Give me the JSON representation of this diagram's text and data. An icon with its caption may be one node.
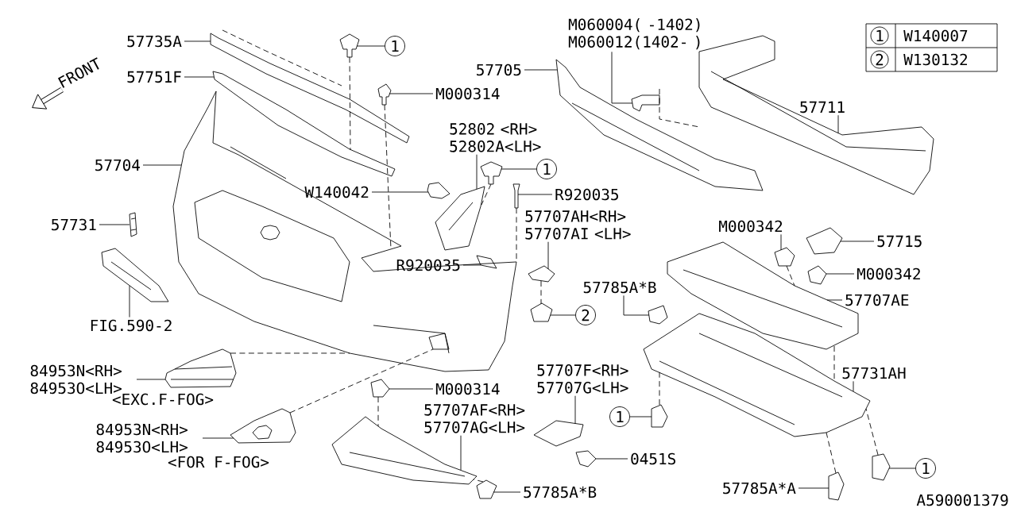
{
  "diagram": {
    "nodes": [
      {
        "text": [
          "57735A"
        ]
      },
      {
        "text": [],
        "shape": "picture"
      },
      {
        "text": [
          "57751F"
        ]
      },
      {
        "text": [],
        "shape": "picture"
      },
      {
        "text": [
          "57704"
        ]
      },
      {
        "text": [],
        "shape": "picture"
      },
      {
        "text": [
          "57731"
        ]
      },
      {
        "text": [],
        "shape": "picture"
      },
      {
        "text": [
          "FIG.590-2"
        ]
      },
      {
        "text": [],
        "shape": "picture"
      },
      {
        "text": [
          "84953N<RH> 84953O<LH>"
        ],
        "beside": [
          "<EXC.F-FOG>"
        ]
      },
      {
        "text": [],
        "shape": "picture"
      },
      {
        "text": [
          "84953N<RH> 84953O<LH>"
        ],
        "beside": [
          "<FOR F-FOG>"
        ]
      },
      {
        "text": [],
        "shape": "picture"
      },
      {
        "text": [
          "1"
        ]
      },
      {
        "text": [],
        "shape": "picture"
      },
      {
        "text": [
          "M000314"
        ]
      },
      {
        "text": [],
        "shape": "picture"
      },
      {
        "text": [
          "W140042"
        ]
      },
      {
        "text": [],
        "shape": "picture"
      },
      {
        "text": [
          "52802 <RH> 52802A<LH>"
        ]
      },
      {
        "text": [],
        "shape": "picture"
      },
      {
        "text": [
          "1"
        ]
      },
      {
        "text": [],
        "shape": "picture"
      },
      {
        "text": [
          "R920035"
        ]
      },
      {
        "text": [],
        "shape": "picture"
      },
      {
        "text": [
          "57707AH<RH> 57707AI <LH>"
        ]
      },
      {
        "text": [],
        "shape": "picture"
      },
      {
        "text": [
          "R920035"
        ]
      },
      {
        "text": [],
        "shape": "picture"
      },
      {
        "text": [
          "2"
        ]
      },
      {
        "text": [],
        "shape": "picture"
      },
      {
        "text": [
          "57705"
        ]
      },
      {
        "text": [],
        "shape": "picture"
      },
      {
        "text": [
          "M060004( -1402) M060012(1402- )"
        ]
      },
      {
        "text": [],
        "shape": "picture"
      },
      {
        "text": [
          "57711"
        ]
      },
      {
        "text": [],
        "shape": "picture"
      },
      {
        "text": [
          "M000342"
        ]
      },
      {
        "text": [],
        "shape": "picture"
      },
      {
        "text": [
          "57715"
        ]
      },
      {
        "text": [],
        "shape": "picture"
      },
      {
        "text": [
          "M000342"
        ]
      },
      {
        "text": [],
        "shape": "picture"
      },
      {
        "text": [
          "57707AE"
        ]
      },
      {
        "text": [],
        "shape": "picture"
      },
      {
        "text": [
          "57785A*B"
        ]
      },
      {
        "text": [],
        "shape": "picture"
      },
      {
        "text": [
          "57731AH"
        ]
      },
      {
        "text": [],
        "shape": "picture"
      },
      {
        "text": [
          "1"
        ]
      },
      {
        "text": [],
        "shape": "picture"
      },
      {
        "text": [
          "57707F<RH> 57707G<LH>"
        ]
      },
      {
        "text": [],
        "shape": "picture"
      },
      {
        "text": [
          "0451S"
        ]
      },
      {
        "text": [],
        "shape": "picture"
      },
      {
        "text": [
          "57707AF<RH> 57707AG<LH>"
        ]
      },
      {
        "text": [],
        "shape": "picture"
      },
      {
        "text": [
          "M000314"
        ]
      },
      {
        "text": [],
        "shape": "picture"
      },
      {
        "text": [
          "57785A*B"
        ]
      },
      {
        "text": [],
        "shape": "picture"
      },
      {
        "text": [
          "57785A*A"
        ]
      },
      {
        "text": [],
        "shape": "picture"
      },
      {
        "text": [
          "1"
        ]
      },
      {
        "text": [],
        "shape": "picture"
      }
    ],
    "edges": [
      {
        "from": 0,
        "to": 1,
        "arrow": "none"
      },
      {
        "from": 2,
        "to": 3,
        "arrow": "none"
      },
      {
        "from": 4,
        "to": 5,
        "arrow": "none"
      },
      {
        "from": 6,
        "to": 7,
        "arrow": "none"
      },
      {
        "from": 8,
        "to": 9,
        "arrow": "none"
      },
      {
        "from": 10,
        "to": 11,
        "arrow": "none"
      },
      {
        "from": 12,
        "to": 13,
        "arrow": "none"
      },
      {
        "from": 14,
        "to": 15,
        "arrow": "none"
      },
      {
        "from": 16,
        "to": 17,
        "arrow": "none"
      },
      {
        "from": 18,
        "to": 19,
        "arrow": "none"
      },
      {
        "from": 20,
        "to": 21,
        "arrow": "none"
      },
      {
        "from": 22,
        "to": 23,
        "arrow": "none"
      },
      {
        "from": 24,
        "to": 25,
        "arrow": "none"
      },
      {
        "from": 26,
        "to": 27,
        "arrow": "none"
      },
      {
        "from": 28,
        "to": 29,
        "arrow": "none"
      },
      {
        "from": 30,
        "to": 31,
        "arrow": "none"
      },
      {
        "from": 32,
        "to": 33,
        "arrow": "none"
      },
      {
        "from": 34,
        "to": 35,
        "arrow": "none"
      },
      {
        "from": 36,
        "to": 37,
        "arrow": "none"
      },
      {
        "from": 38,
        "to": 39,
        "arrow": "none"
      },
      {
        "from": 40,
        "to": 41,
        "arrow": "none"
      },
      {
        "from": 42,
        "to": 43,
        "arrow": "none"
      },
      {
        "from": 44,
        "to": 45,
        "arrow": "none"
      },
      {
        "from": 46,
        "to": 47,
        "arrow": "none"
      },
      {
        "from": 48,
        "to": 49,
        "arrow": "none"
      },
      {
        "from": 50,
        "to": 51,
        "arrow": "none"
      },
      {
        "from": 52,
        "to": 53,
        "arrow": "none"
      },
      {
        "from": 54,
        "to": 55,
        "arrow": "none"
      },
      {
        "from": 56,
        "to": 57,
        "arrow": "none"
      },
      {
        "from": 58,
        "to": 59,
        "arrow": "none"
      },
      {
        "from": 60,
        "to": 61,
        "arrow": "none"
      },
      {
        "from": 62,
        "to": 63,
        "arrow": "none"
      },
      {
        "from": 64,
        "to": 65,
        "arrow": "none"
      },
      {
        "from": 15,
        "to": 3,
        "arrow": "none",
        "style": "dashed"
      },
      {
        "from": 17,
        "to": 5,
        "arrow": "none",
        "style": "dashed"
      },
      {
        "from": 23,
        "to": 21,
        "arrow": "none",
        "style": "dashed"
      },
      {
        "from": 25,
        "to": 5,
        "arrow": "none",
        "style": "dashed"
      },
      {
        "from": 27,
        "to": 31,
        "arrow": "none",
        "style": "dashed"
      },
      {
        "from": 59,
        "to": 57,
        "arrow": "none",
        "style": "dashed"
      },
      {
        "from": 61,
        "to": 57,
        "arrow": "none",
        "style": "dashed"
      },
      {
        "from": 11,
        "to": 5,
        "arrow": "none",
        "style": "dashed"
      },
      {
        "from": 13,
        "to": 5,
        "arrow": "none",
        "style": "dashed"
      },
      {
        "from": 39,
        "to": 45,
        "arrow": "none",
        "style": "dashed"
      },
      {
        "from": 45,
        "to": 49,
        "arrow": "none",
        "style": "dashed"
      },
      {
        "from": 51,
        "to": 49,
        "arrow": "none",
        "style": "dashed"
      },
      {
        "from": 63,
        "to": 49,
        "arrow": "none",
        "style": "dashed"
      },
      {
        "from": 65,
        "to": 49,
        "arrow": "none",
        "style": "dashed"
      }
    ],
    "labels": [
      "FRONT",
      "1",
      "W140007",
      "2",
      "W130132",
      "A590001379"
    ]
  }
}
